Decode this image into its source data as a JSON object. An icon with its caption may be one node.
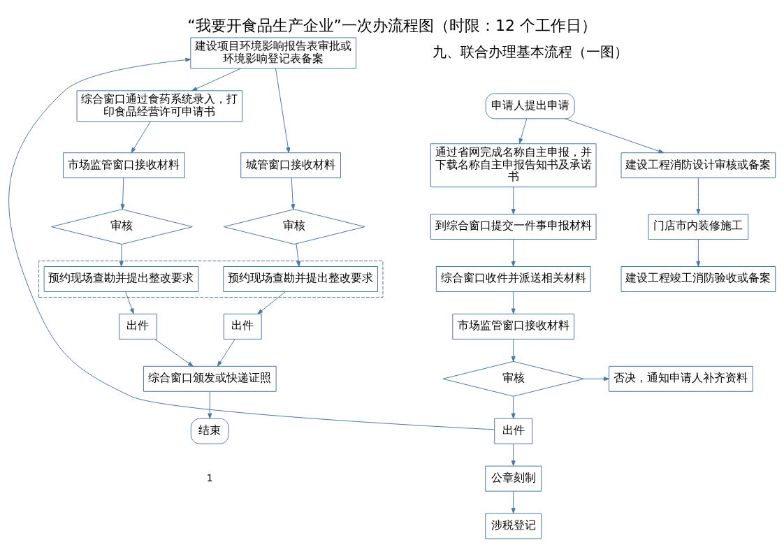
{
  "diagram": {
    "title": "“我要开食品生产企业”一次办流程图（时限：12 个工作日）",
    "nodes": [
      {
        "text": [
          "申请人提出申请"
        ]
      },
      {
        "text": [
          "建设工程消防设计审核或备案"
        ]
      },
      {
        "text": [
          "通过省网完成名称自主申报，并下载名称自主申报告知书及承诺书"
        ]
      },
      {
        "text": [
          "门店市内装修施工"
        ]
      },
      {
        "text": [
          "到综合窗口提交一件事申报材料"
        ]
      },
      {
        "text": [
          "建设工程竣工消防验收或备案"
        ]
      },
      {
        "text": [
          "综合窗口收件并派送相关材料"
        ]
      },
      {
        "text": [
          "市场监管窗口接收材料"
        ]
      },
      {
        "text": [
          "否决，通知申请人补齐资料"
        ]
      },
      {
        "text": [
          "审核"
        ]
      },
      {
        "text": [
          "出件"
        ]
      },
      {
        "text": [
          "公章刻制"
        ]
      },
      {
        "text": [
          "涉税登记"
        ]
      },
      {
        "text": [
          "建设项目环境影响报告表审批或环境影响登记表备案"
        ]
      },
      {
        "text": [
          "综合窗口通过食药系统录入，打印食品经营许可申请书"
        ]
      },
      {
        "text": [
          "市场监管窗口接收材料"
        ]
      },
      {
        "text": [
          "城管窗口接收材料"
        ]
      },
      {
        "text": [
          "审核"
        ]
      },
      {
        "text": [
          "审核"
        ]
      },
      {
        "text": [],
        "shape": "box"
      },
      {
        "text": [
          "预约现场查勘并提出整改要求"
        ],
        "in": 19
      },
      {
        "text": [
          "预约现场查勘并提出整改要求"
        ],
        "in": 19
      },
      {
        "text": [
          "出件"
        ]
      },
      {
        "text": [
          "出件"
        ]
      },
      {
        "text": [
          "综合窗口颁发或快递证照"
        ]
      },
      {
        "text": [
          "结束"
        ]
      }
    ],
    "edges": [
      {
        "from": 0,
        "to": 1,
        "arrow": "to"
      },
      {
        "from": 0,
        "to": 2,
        "arrow": "to"
      },
      {
        "from": 1,
        "to": 3,
        "arrow": "to"
      },
      {
        "from": 2,
        "to": 4,
        "arrow": "to"
      },
      {
        "from": 3,
        "to": 5,
        "arrow": "to"
      },
      {
        "from": 4,
        "to": 6,
        "arrow": "to"
      },
      {
        "from": 6,
        "to": 7,
        "arrow": "to"
      },
      {
        "from": 7,
        "to": 9,
        "arrow": "to"
      },
      {
        "from": 9,
        "to": 8,
        "arrow": "to"
      },
      {
        "from": 9,
        "to": 10,
        "arrow": "to"
      },
      {
        "from": 10,
        "to": 11,
        "arrow": "to"
      },
      {
        "from": 11,
        "to": 12,
        "arrow": "to"
      },
      {
        "from": 10,
        "to": 13,
        "arrow": "to"
      },
      {
        "from": 13,
        "to": 14,
        "arrow": "to"
      },
      {
        "from": 13,
        "to": 16,
        "arrow": "to"
      },
      {
        "from": 14,
        "to": 15,
        "arrow": "to"
      },
      {
        "from": 15,
        "to": 17,
        "arrow": "to"
      },
      {
        "from": 16,
        "to": 18,
        "arrow": "to"
      },
      {
        "from": 17,
        "to": 20,
        "arrow": "to"
      },
      {
        "from": 18,
        "to": 21,
        "arrow": "to"
      },
      {
        "from": 20,
        "to": 22,
        "arrow": "to"
      },
      {
        "from": 21,
        "to": 23,
        "arrow": "to"
      },
      {
        "from": 22,
        "to": 24,
        "arrow": "to"
      },
      {
        "from": 23,
        "to": 24,
        "arrow": "to"
      },
      {
        "from": 24,
        "to": 25,
        "arrow": "to"
      }
    ],
    "labels": [
      "九、联合办理基本流程（一图）",
      "1"
    ]
  }
}
